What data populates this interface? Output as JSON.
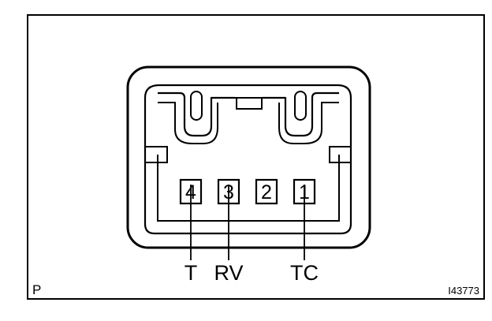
{
  "diagram": {
    "pins": [
      {
        "number": "4",
        "signal": "T"
      },
      {
        "number": "3",
        "signal": "RV"
      },
      {
        "number": "2",
        "signal": ""
      },
      {
        "number": "1",
        "signal": "TC"
      }
    ],
    "corner_label": "P",
    "figure_code": "I43773",
    "colors": {
      "line": "#000000",
      "background": "#ffffff"
    }
  }
}
